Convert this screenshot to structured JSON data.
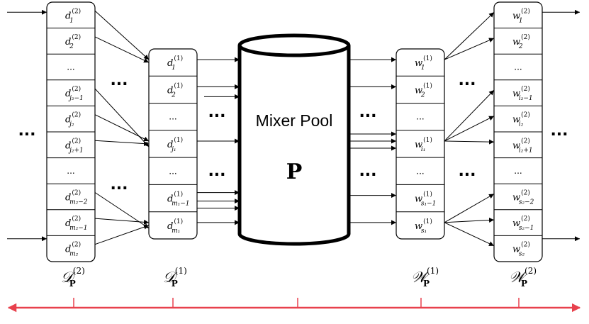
{
  "columns": {
    "d2": {
      "cells": [
        {
          "base": "d",
          "sub": "1",
          "sup": "(2)"
        },
        {
          "base": "d",
          "sub": "2",
          "sup": "(2)"
        },
        {
          "dots": "..."
        },
        {
          "base": "d",
          "sub": "j₂−1",
          "sup": "(2)"
        },
        {
          "base": "d",
          "sub": "j₂",
          "sup": "(2)"
        },
        {
          "base": "d",
          "sub": "j₂+1",
          "sup": "(2)"
        },
        {
          "dots": "..."
        },
        {
          "base": "d",
          "sub": "m₂−2",
          "sup": "(2)"
        },
        {
          "base": "d",
          "sub": "m₂−1",
          "sup": "(2)"
        },
        {
          "base": "d",
          "sub": "m₂",
          "sup": "(2)"
        }
      ],
      "label": {
        "base": "𝒟",
        "sub": "P",
        "sup": "(2)"
      }
    },
    "d1": {
      "cells": [
        {
          "base": "d",
          "sub": "1",
          "sup": "(1)"
        },
        {
          "base": "d",
          "sub": "2",
          "sup": "(1)"
        },
        {
          "dots": "..."
        },
        {
          "base": "d",
          "sub": "j₁",
          "sup": "(1)"
        },
        {
          "dots": "..."
        },
        {
          "base": "d",
          "sub": "m₁−1",
          "sup": "(1)"
        },
        {
          "base": "d",
          "sub": "m₁",
          "sup": "(1)"
        }
      ],
      "label": {
        "base": "𝒟",
        "sub": "P",
        "sup": "(1)"
      }
    },
    "w1": {
      "cells": [
        {
          "base": "w",
          "sub": "1",
          "sup": "(1)"
        },
        {
          "base": "w",
          "sub": "2",
          "sup": "(1)"
        },
        {
          "dots": "..."
        },
        {
          "base": "w",
          "sub": "i₁",
          "sup": "(1)"
        },
        {
          "dots": "..."
        },
        {
          "base": "w",
          "sub": "s₁−1",
          "sup": "(1)"
        },
        {
          "base": "w",
          "sub": "s₁",
          "sup": "(1)"
        }
      ],
      "label": {
        "base": "𝒲",
        "sub": "P",
        "sup": "(1)"
      }
    },
    "w2": {
      "cells": [
        {
          "base": "w",
          "sub": "1",
          "sup": "(2)"
        },
        {
          "base": "w",
          "sub": "2",
          "sup": "(2)"
        },
        {
          "dots": "..."
        },
        {
          "base": "w",
          "sub": "i₂−1",
          "sup": "(2)"
        },
        {
          "base": "w",
          "sub": "i₂",
          "sup": "(2)"
        },
        {
          "base": "w",
          "sub": "i₂+1",
          "sup": "(2)"
        },
        {
          "dots": "..."
        },
        {
          "base": "w",
          "sub": "s₂−2",
          "sup": "(2)"
        },
        {
          "base": "w",
          "sub": "s₂−1",
          "sup": "(2)"
        },
        {
          "base": "w",
          "sub": "s₂",
          "sup": "(2)"
        }
      ],
      "label": {
        "base": "𝒲",
        "sub": "P",
        "sup": "(2)"
      }
    }
  },
  "pool": {
    "title": "Mixer Pool",
    "symbol": "P"
  },
  "ellipsis": "...",
  "colors": {
    "stroke": "#000000",
    "timeline": "#e8414d",
    "background": "#ffffff"
  }
}
